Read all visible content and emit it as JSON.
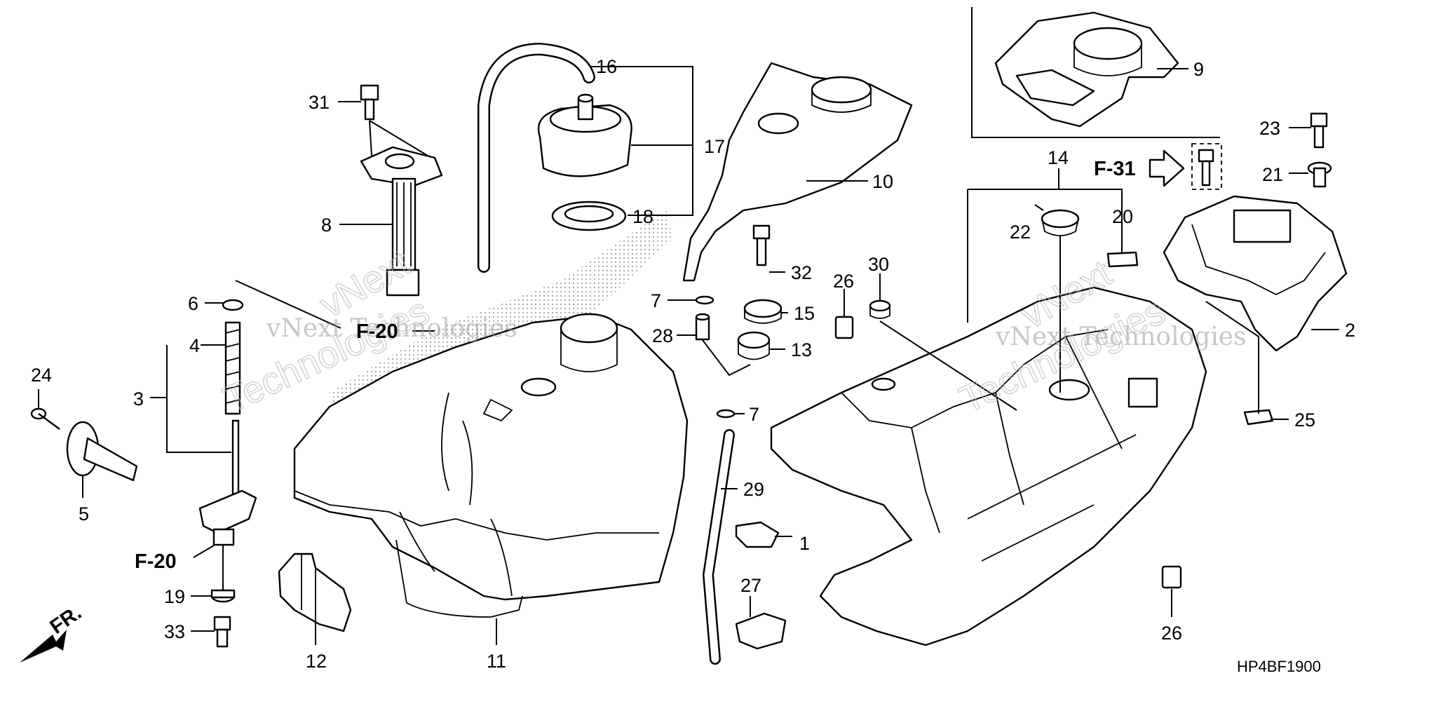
{
  "diagram": {
    "drawing_code": "HP4BF1900",
    "direction_label": "FR.",
    "references": {
      "f20_upper": "F-20",
      "f20_lower": "F-20",
      "f31": "F-31"
    },
    "watermarks": {
      "line1": "vNext",
      "line2": "vNext Technologies",
      "line3": "Technologies"
    },
    "part_numbers": {
      "p1": "1",
      "p2": "2",
      "p3": "3",
      "p4": "4",
      "p5": "5",
      "p6": "6",
      "p7a": "7",
      "p7b": "7",
      "p8": "8",
      "p9": "9",
      "p10": "10",
      "p11": "11",
      "p12": "12",
      "p13": "13",
      "p14": "14",
      "p15": "15",
      "p16": "16",
      "p17": "17",
      "p18": "18",
      "p19": "19",
      "p20": "20",
      "p21": "21",
      "p22": "22",
      "p23": "23",
      "p24": "24",
      "p25": "25",
      "p26a": "26",
      "p26b": "26",
      "p27": "27",
      "p28": "28",
      "p29": "29",
      "p30": "30",
      "p31": "31",
      "p32": "32",
      "p33": "33"
    }
  }
}
